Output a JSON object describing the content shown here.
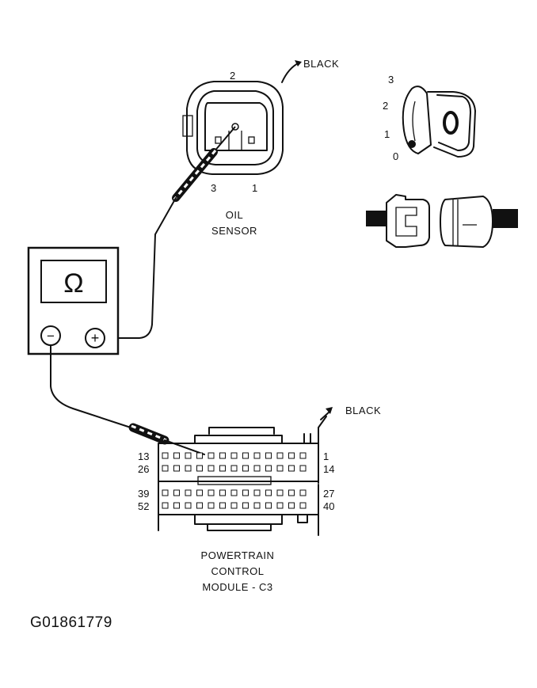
{
  "oil_sensor": {
    "connector_color": "BLACK",
    "pin_top": "2",
    "pin_left": "3",
    "pin_right": "1",
    "label_line1": "OIL",
    "label_line2": "SENSOR"
  },
  "ignition_key": {
    "positions": [
      "3",
      "2",
      "1",
      "0"
    ]
  },
  "meter": {
    "symbol": "Ω",
    "negative": "−",
    "positive": "+"
  },
  "pcm": {
    "connector_color": "BLACK",
    "left_pins": [
      "13",
      "26",
      "39",
      "52"
    ],
    "right_pins": [
      "1",
      "14",
      "27",
      "40"
    ],
    "label_line1": "POWERTRAIN",
    "label_line2": "CONTROL",
    "label_line3": "MODULE - C3"
  },
  "figure_id": "G01861779",
  "colors": {
    "ink": "#111111",
    "paper": "#ffffff"
  }
}
